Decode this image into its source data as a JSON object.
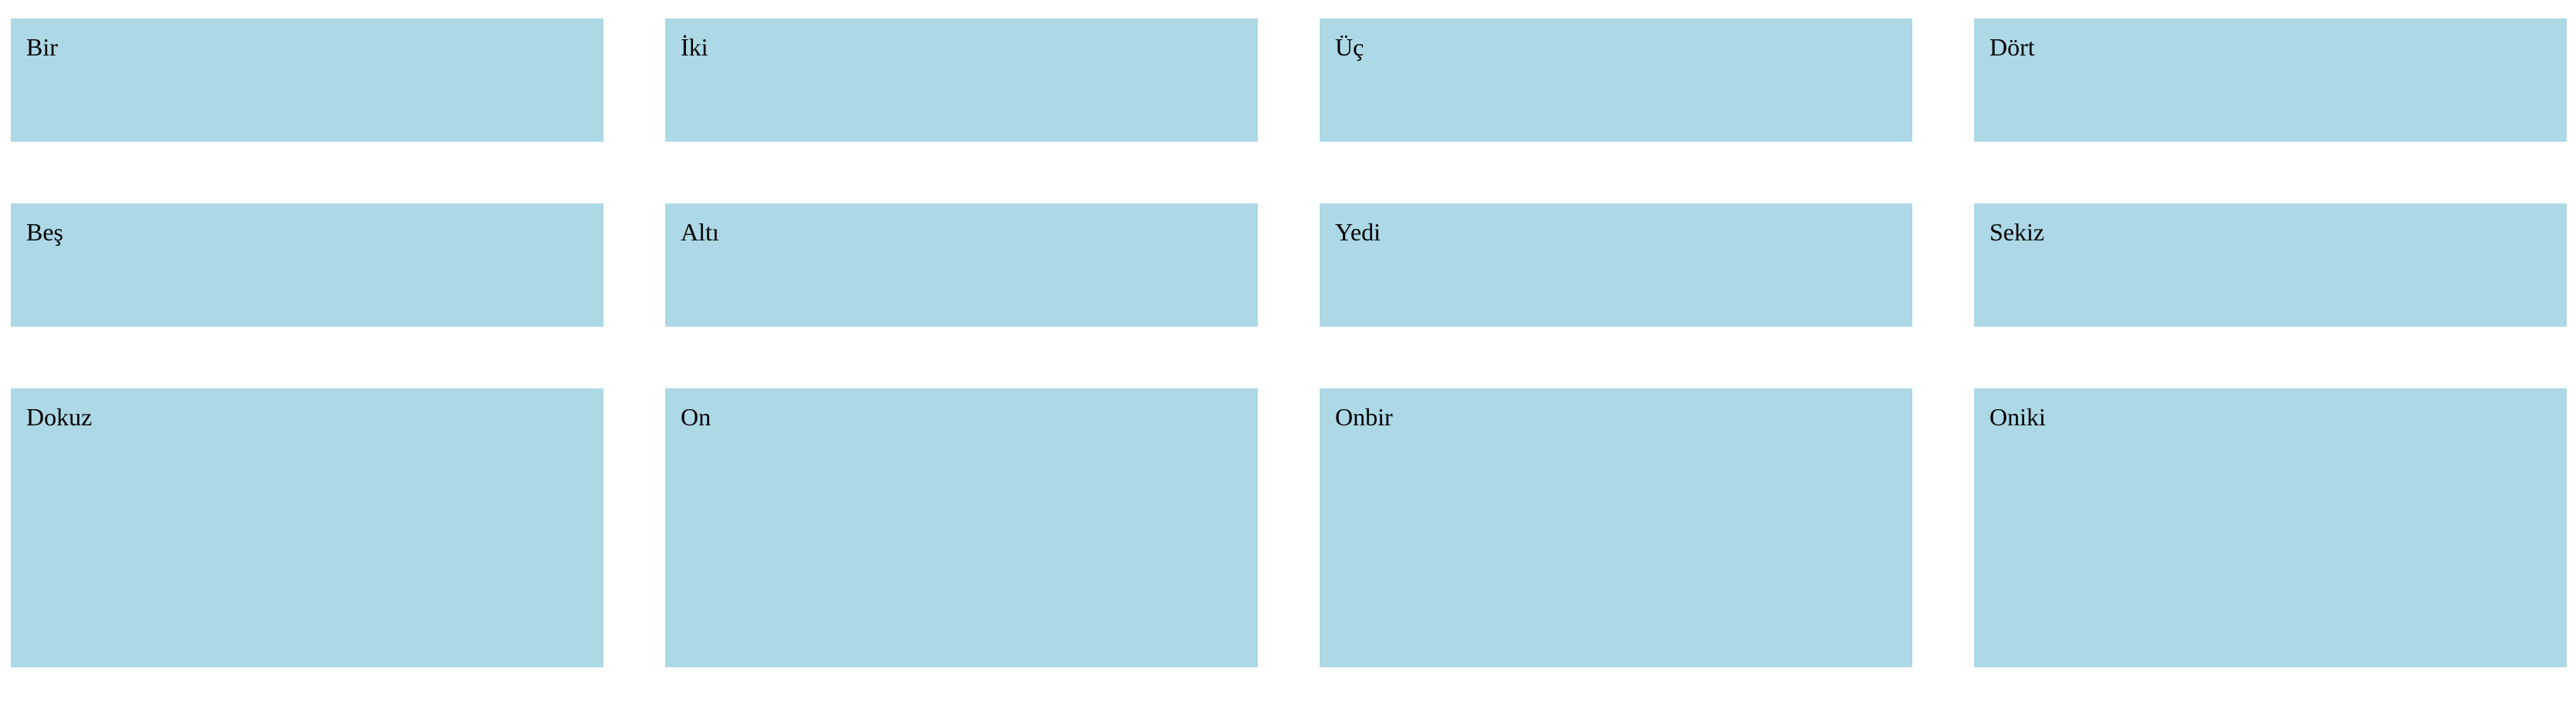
{
  "colors": {
    "background": "#ffffff",
    "box": "#add8e6",
    "text": "#000000"
  },
  "boxes": [
    {
      "label": "Bir"
    },
    {
      "label": "İki"
    },
    {
      "label": "Üç"
    },
    {
      "label": "Dört"
    },
    {
      "label": "Beş"
    },
    {
      "label": "Altı"
    },
    {
      "label": "Yedi"
    },
    {
      "label": "Sekiz"
    },
    {
      "label": "Dokuz"
    },
    {
      "label": "On"
    },
    {
      "label": "Onbir"
    },
    {
      "label": "Oniki"
    }
  ]
}
